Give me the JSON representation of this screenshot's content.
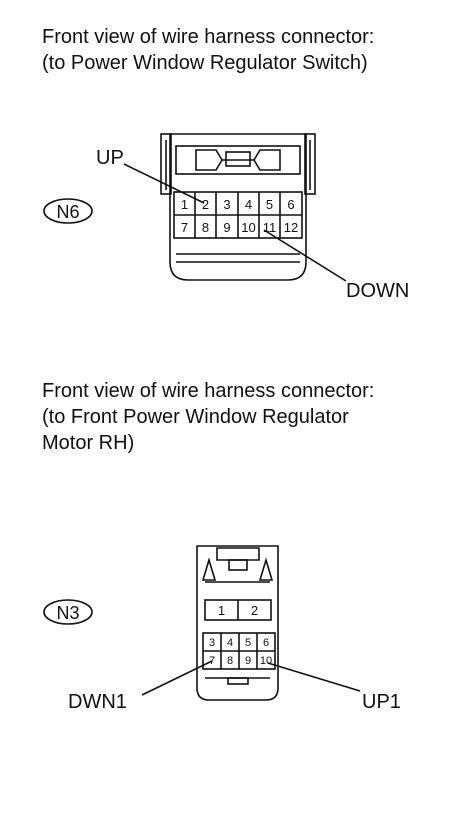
{
  "connector_1": {
    "caption_line1": "Front view of wire harness connector:",
    "caption_line2": "(to Power Window Regulator Switch)",
    "code": "N6",
    "pins_row1": [
      "1",
      "2",
      "3",
      "4",
      "5",
      "6"
    ],
    "pins_row2": [
      "7",
      "8",
      "9",
      "10",
      "11",
      "12"
    ],
    "label_up": "UP",
    "label_down": "DOWN"
  },
  "connector_2": {
    "caption_line1": "Front view of wire harness connector:",
    "caption_line2": "(to Front Power Window Regulator",
    "caption_line3": "Motor RH)",
    "code": "N3",
    "pins_top": [
      "1",
      "2"
    ],
    "pins_row1": [
      "3",
      "4",
      "5",
      "6"
    ],
    "pins_row2": [
      "7",
      "8",
      "9",
      "10"
    ],
    "label_dwn1": "DWN1",
    "label_up1": "UP1"
  }
}
